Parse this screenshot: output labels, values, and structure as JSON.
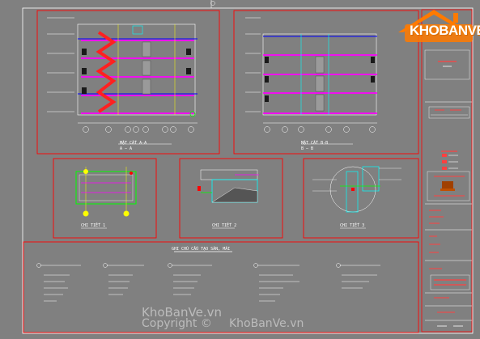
{
  "brand": {
    "logo_text": "KHOBANVE",
    "logo_color": "#ff7a00"
  },
  "watermark": {
    "line1": "KhoBanVe.vn",
    "line2_prefix": "Copyright ©",
    "line2_suffix": "KhoBanVe.vn"
  },
  "drawing": {
    "background": "#808080",
    "frame_color": "#ff0000",
    "line_colors": {
      "white": "#ffffff",
      "magenta": "#ff00ff",
      "cyan": "#00ffff",
      "yellow": "#ffff00",
      "green": "#00ff00",
      "red": "#ff0000",
      "blue": "#0000ff"
    }
  },
  "views": {
    "section_aa": {
      "title": "MẶT CẮT A-A",
      "subtitle": "A — A"
    },
    "section_bb": {
      "title": "MẶT CẮT B-B",
      "subtitle": "B — B"
    },
    "detail_1": {
      "title": "CHI TIẾT 1"
    },
    "detail_2": {
      "title": "CHI TIẾT 2"
    },
    "detail_3": {
      "title": "CHI TIẾT 3"
    },
    "notes": {
      "title": "GHI CHÚ CẤU TẠO SÀN, MÁI"
    }
  }
}
